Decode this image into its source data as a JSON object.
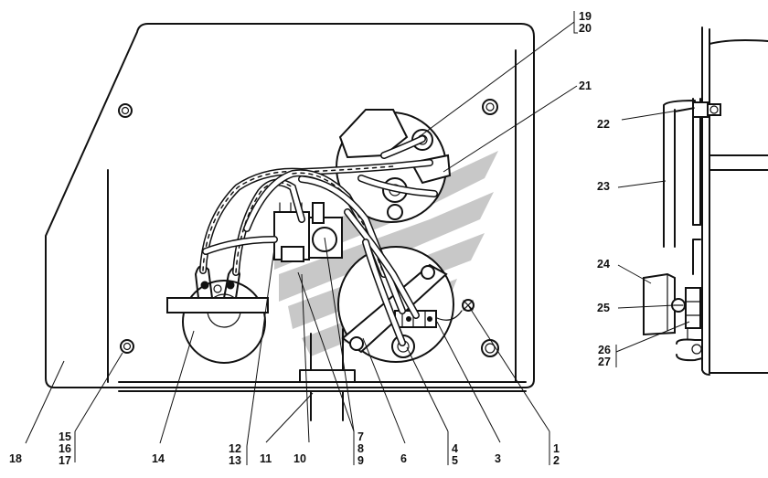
{
  "diagram": {
    "callouts": {
      "c1": "1",
      "c2": "2",
      "c3": "3",
      "c4": "4",
      "c5": "5",
      "c6": "6",
      "c7": "7",
      "c8": "8",
      "c9": "9",
      "c10": "10",
      "c11": "11",
      "c12": "12",
      "c13": "13",
      "c14": "14",
      "c15": "15",
      "c16": "16",
      "c17": "17",
      "c18": "18",
      "c19": "19",
      "c20": "20",
      "c21": "21",
      "c22": "22",
      "c23": "23",
      "c24": "24",
      "c25": "25",
      "c26": "26",
      "c27": "27"
    },
    "watermark_color": "#c8c8c8",
    "line_color": "#111111"
  }
}
